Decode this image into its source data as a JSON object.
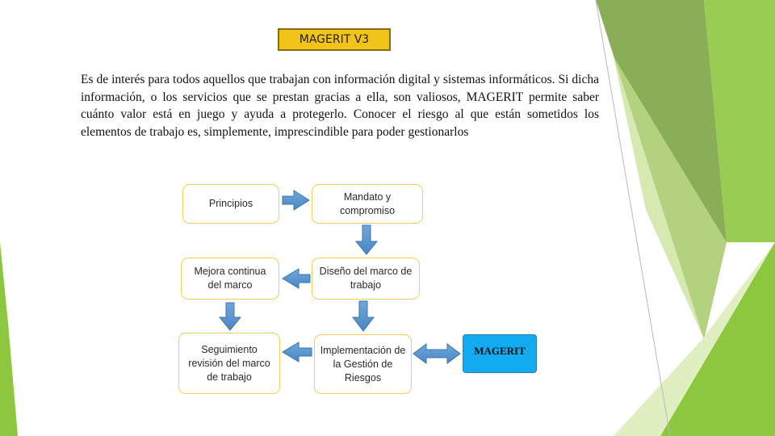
{
  "slide": {
    "title": "MAGERIT V3",
    "paragraph": "Es de interés para todos aquellos que trabajan con información digital y sistemas informáticos. Si dicha información, o los servicios que se prestan gracias a ella, son valiosos, MAGERIT permite saber cuánto valor está en juego y ayuda a protegerlo. Conocer el riesgo al que están sometidos los elementos de trabajo es, simplemente, imprescindible para poder gestionarlos"
  },
  "diagram": {
    "nodes": {
      "principios": "Principios",
      "mandato": "Mandato y compromiso",
      "mejora": "Mejora continua del marco",
      "diseno": "Diseño del marco de trabajo",
      "seguimiento": "Seguimiento revisión del marco de trabajo",
      "implementacion": "Implementación de la Gestión de Riesgos",
      "magerit": "MAGERIT"
    }
  },
  "colors": {
    "title_fill": "#f2c318",
    "node_border": "#f2cf55",
    "arrow_fill": "#5b9bd5",
    "magerit_fill": "#12aaf0",
    "accent_green": "#8dc63f"
  }
}
